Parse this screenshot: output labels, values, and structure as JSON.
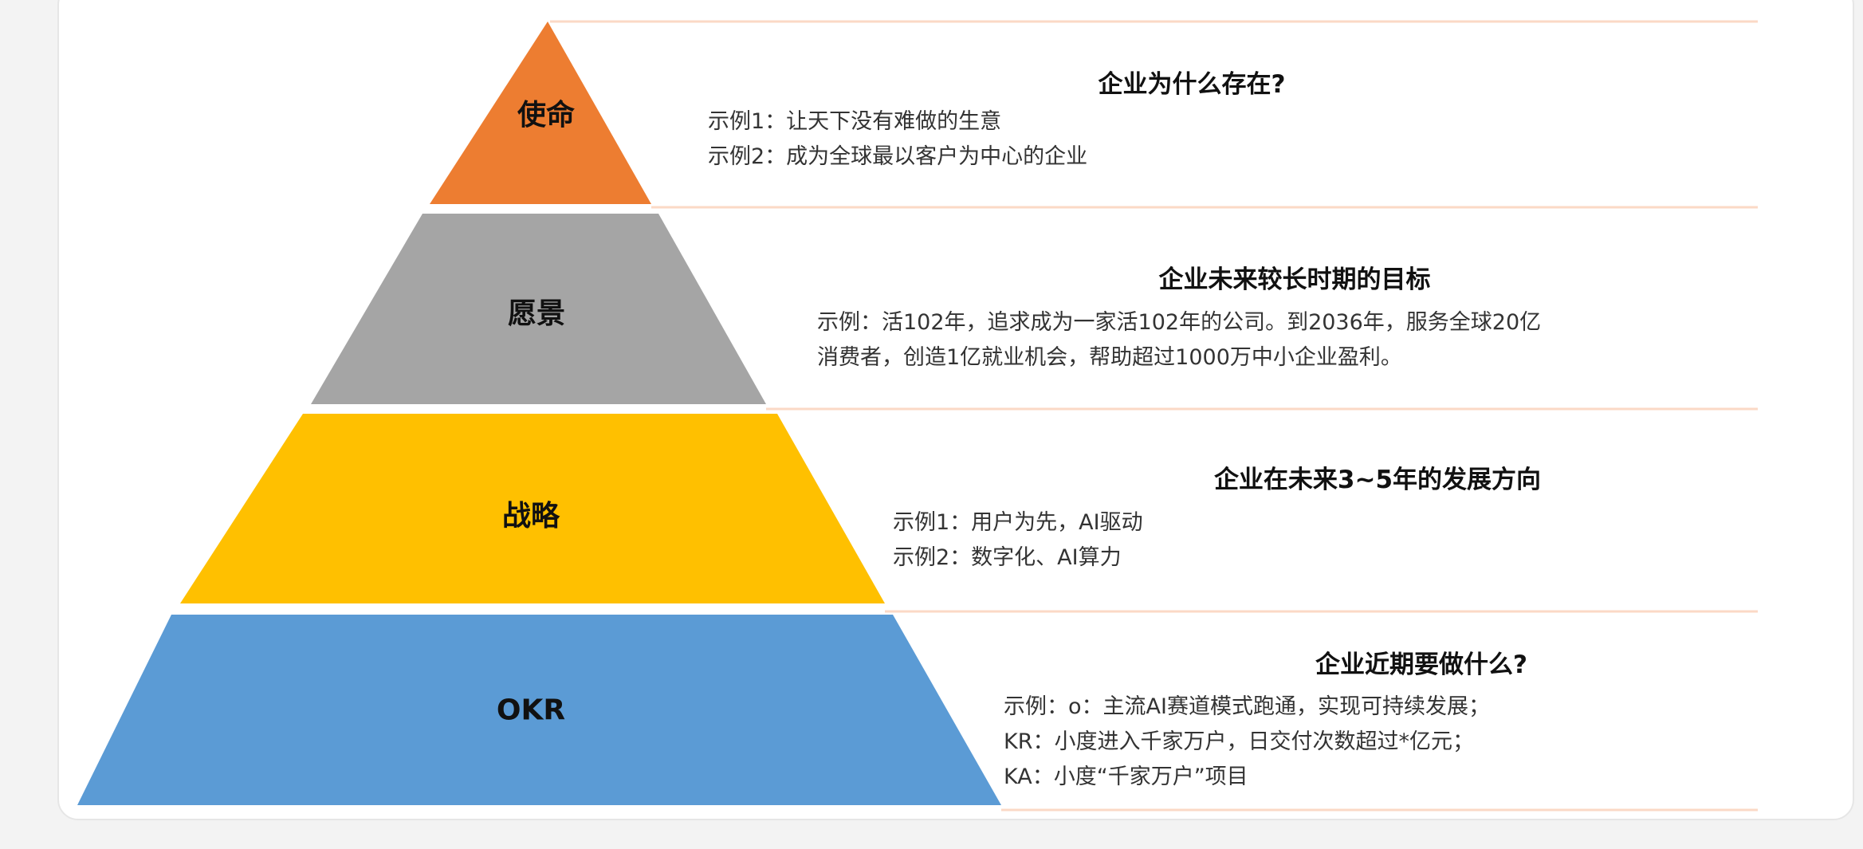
{
  "layers": [
    {
      "label": "使命",
      "color": "#ED7D31",
      "heading": "企业为什么存在?",
      "lines": [
        "示例1：让天下没有难做的生意",
        "示例2：成为全球最以客户为中心的企业"
      ]
    },
    {
      "label": "愿景",
      "color": "#A5A5A5",
      "heading": "企业未来较长时期的目标",
      "lines": [
        "示例：活102年，追求成为一家活102年的公司。到2036年，服务全球20亿",
        "消费者，创造1亿就业机会，帮助超过1000万中小企业盈利。"
      ]
    },
    {
      "label": "战略",
      "color": "#FFC000",
      "heading": "企业在未来3~5年的发展方向",
      "lines": [
        "示例1：用户为先，AI驱动",
        "示例2：数字化、AI算力"
      ]
    },
    {
      "label": "OKR",
      "color": "#5B9BD5",
      "heading": "企业近期要做什么?",
      "lines": [
        "示例：o：主流AI赛道模式跑通，实现可持续发展；",
        "KR：小度进入千家万户，日交付次数超过*亿元；",
        "KA：小度“千家万户”项目"
      ]
    }
  ],
  "divider_color": "#FBD9C6"
}
